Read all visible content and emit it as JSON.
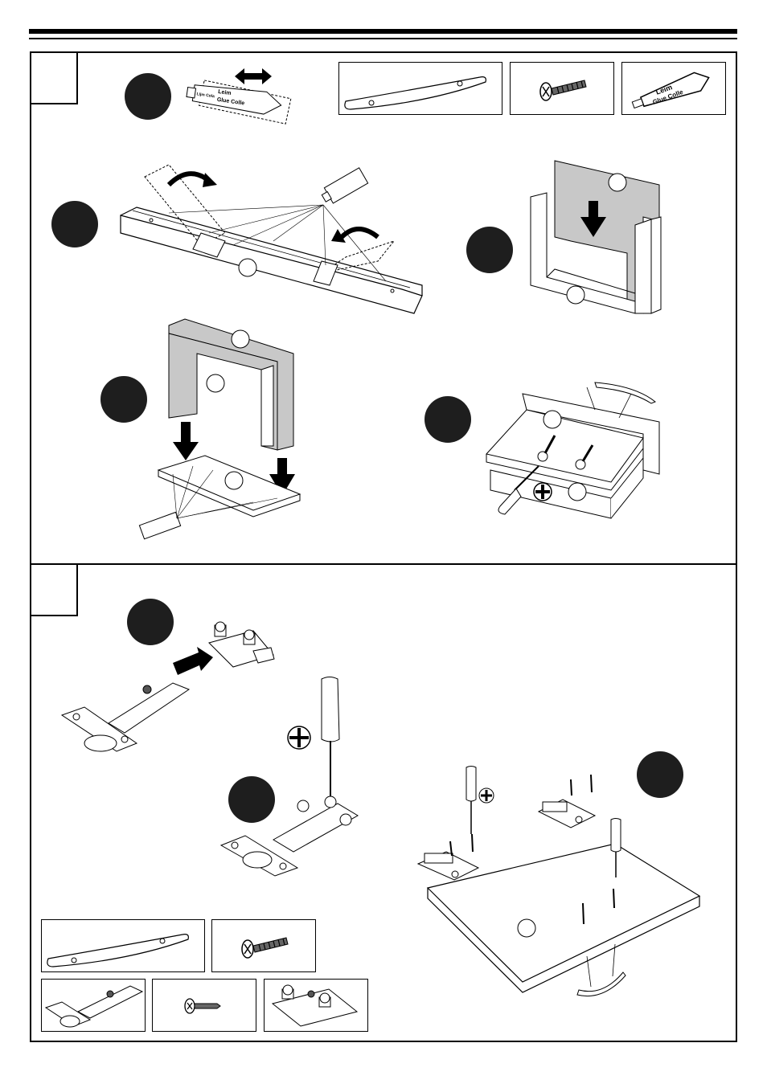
{
  "glue_tube": {
    "brand_label": "Leim",
    "product_label": "Glue Colle",
    "side_label": "Lijm Cola"
  },
  "colors": {
    "ink": "#000000",
    "panel_fill": "#c8c8c8",
    "step_dot": "#1e1e1e"
  },
  "icons": [
    "double-arrow-icon",
    "glue-tube-icon",
    "handle-icon",
    "screw-icon",
    "hinge-icon",
    "mounting-plate-icon",
    "screwdriver-icon",
    "phillips-icon",
    "down-arrow-icon",
    "rotate-arrow-icon"
  ]
}
